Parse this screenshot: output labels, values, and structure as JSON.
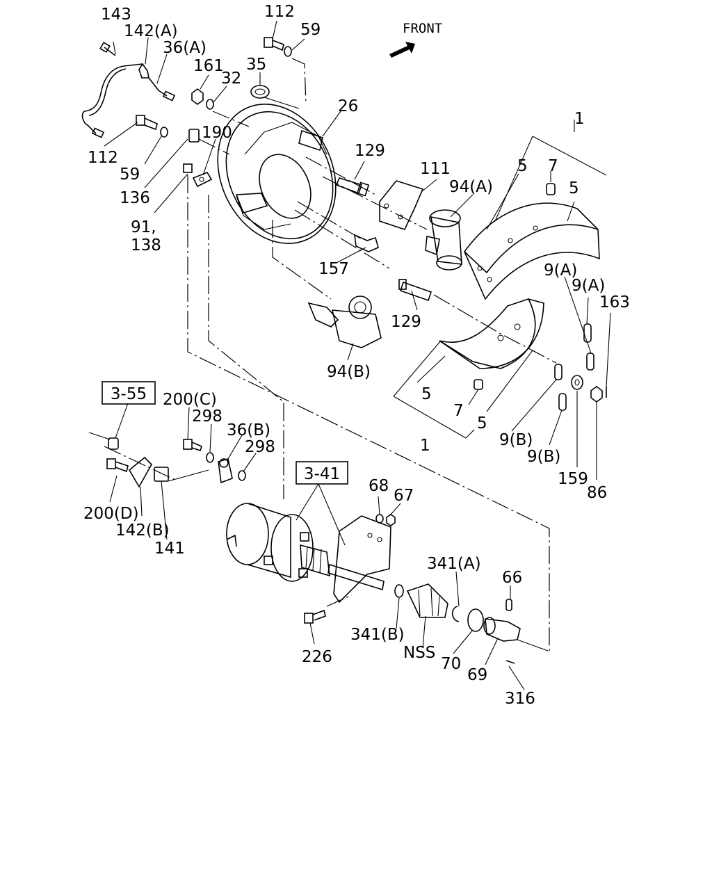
{
  "header": {
    "front_label": "FRONT"
  },
  "refs": {
    "r_3_55": "3-55",
    "r_3_41": "3-41"
  },
  "labels": {
    "l143": "143",
    "l142a": "142(A)",
    "l36a": "36(A)",
    "l112_top": "112",
    "l59_top": "59",
    "l161": "161",
    "l32": "32",
    "l35": "35",
    "l26": "26",
    "l190": "190",
    "l112_left": "112",
    "l59_left": "59",
    "l136": "136",
    "l91": "91,",
    "l138": "138",
    "l129_top": "129",
    "l111": "111",
    "l94a": "94(A)",
    "l157": "157",
    "l129_mid": "129",
    "l94b": "94(B)",
    "l1_top": "1",
    "l5_tl": "5",
    "l7_top": "7",
    "l5_tr": "5",
    "l9a_1": "9(A)",
    "l9a_2": "9(A)",
    "l163": "163",
    "l5_bl": "5",
    "l7_bot": "7",
    "l5_br": "5",
    "l1_bot": "1",
    "l9b_1": "9(B)",
    "l9b_2": "9(B)",
    "l159": "159",
    "l86": "86",
    "l200c": "200(C)",
    "l298_a": "298",
    "l36b": "36(B)",
    "l298_b": "298",
    "l200d": "200(D)",
    "l142b": "142(B)",
    "l141": "141",
    "l68": "68",
    "l67": "67",
    "l341a": "341(A)",
    "l66": "66",
    "l341b": "341(B)",
    "lnss": "NSS",
    "l70": "70",
    "l69": "69",
    "l226": "226",
    "l316": "316"
  }
}
